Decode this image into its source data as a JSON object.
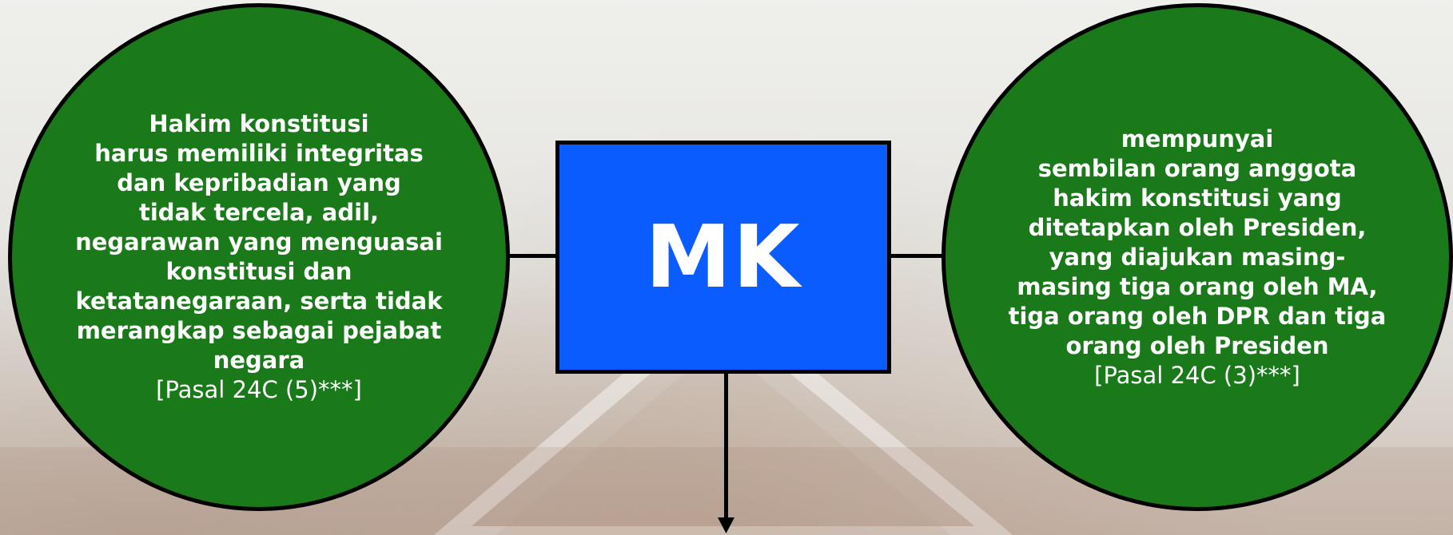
{
  "center_box": {
    "label": "MK",
    "color": "#0a5cff"
  },
  "left_circle": {
    "text": "Hakim konstitusi\nharus memiliki integritas\ndan kepribadian yang\ntidak tercela, adil,\nnegarawan yang menguasai\nkonstitusi dan\nketatanegaraan, serta tidak\nmerangkap sebagai pejabat\nnegara",
    "reference": "[Pasal 24C (5)***]",
    "color": "#1a7a1a"
  },
  "right_circle": {
    "text": "mempunyai\nsembilan orang anggota\nhakim konstitusi yang\nditetapkan oleh Presiden,\nyang diajukan masing-\nmasing tiga orang oleh MA,\ntiga orang oleh DPR dan tiga\norang oleh Presiden",
    "reference": "[Pasal 24C (3)***]",
    "color": "#1a7a1a"
  }
}
